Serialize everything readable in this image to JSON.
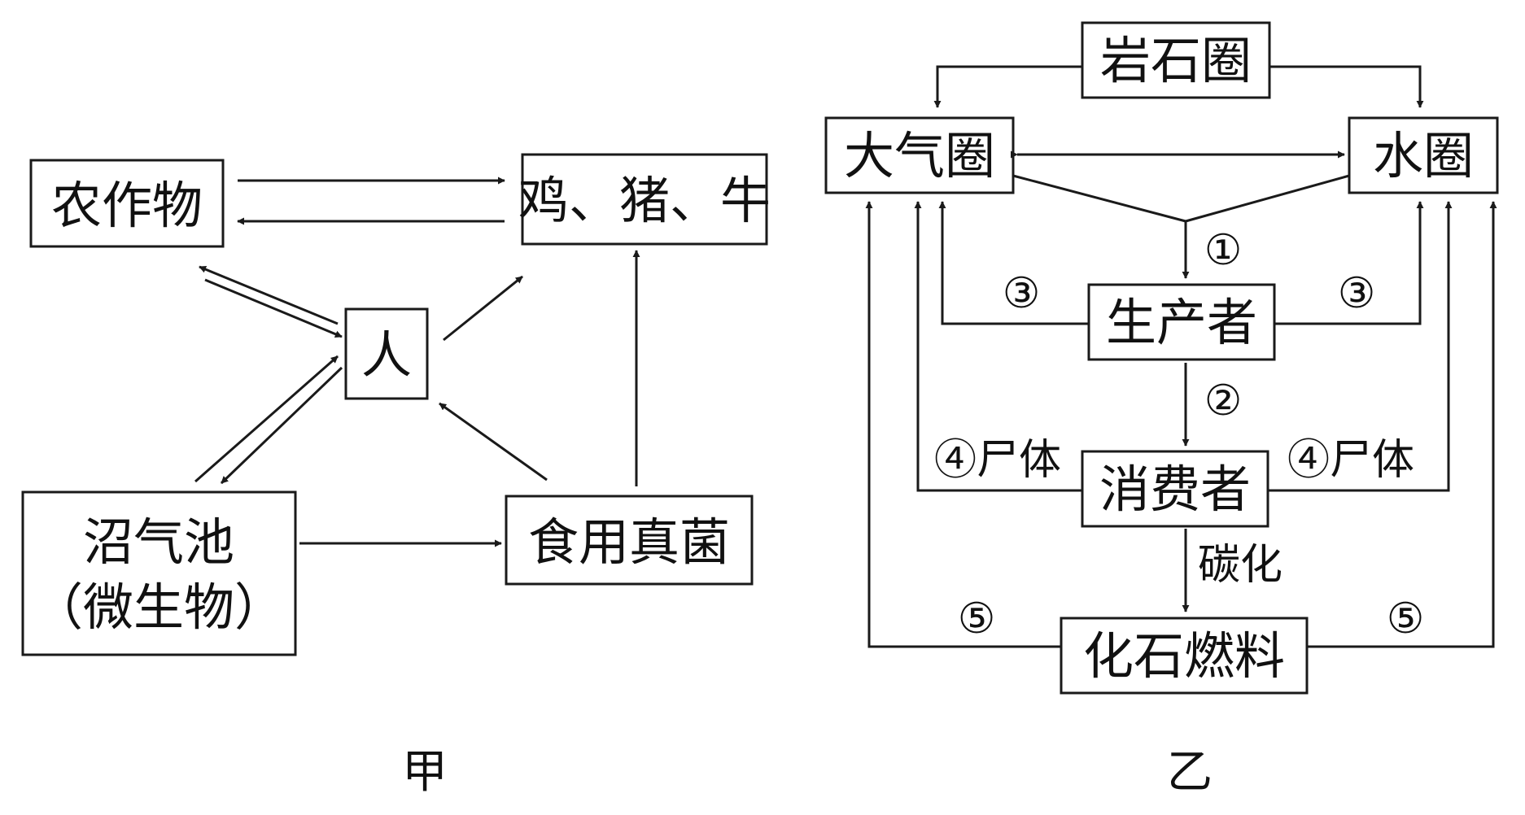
{
  "jia": {
    "caption": "甲",
    "nodes": {
      "crops": "农作物",
      "livestock": "鸡、猪、牛",
      "human": "人",
      "biogas_line1": "沼气池",
      "biogas_line2": "（微生物）",
      "fungi": "食用真菌"
    }
  },
  "yi": {
    "caption": "乙",
    "nodes": {
      "lithosphere": "岩石圈",
      "atmosphere": "大气圈",
      "hydrosphere": "水圈",
      "producer": "生产者",
      "consumer": "消费者",
      "fossil_fuel": "化石燃料"
    },
    "edges": {
      "e1": "①",
      "e2": "②",
      "e3_left": "③",
      "e3_right": "③",
      "e4_left": "④尸体",
      "e4_right": "④尸体",
      "carbonize": "碳化",
      "e5_left": "⑤",
      "e5_right": "⑤"
    }
  }
}
